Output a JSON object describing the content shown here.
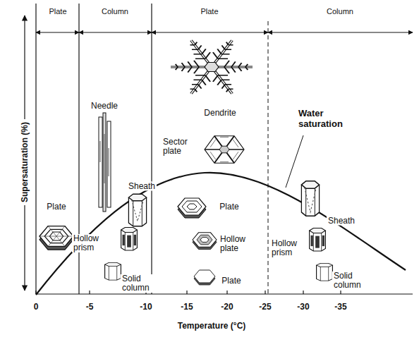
{
  "diagram": {
    "labels": [
      "Plate",
      "Column",
      "Plate",
      "Column",
      "Supersaturation (%)",
      "Plate",
      "Needle",
      "Sheath",
      "Hollow prism",
      "Solid column",
      "Dendrite",
      "Sector plate",
      "Water saturation",
      "Plate",
      "Hollow plate",
      "Plate",
      "Sheath",
      "Hollow prism",
      "Solid column",
      "0",
      "-5",
      "-10",
      "-15",
      "-20",
      "-25",
      "-30",
      "-35",
      "Temperature (°C)"
    ]
  }
}
